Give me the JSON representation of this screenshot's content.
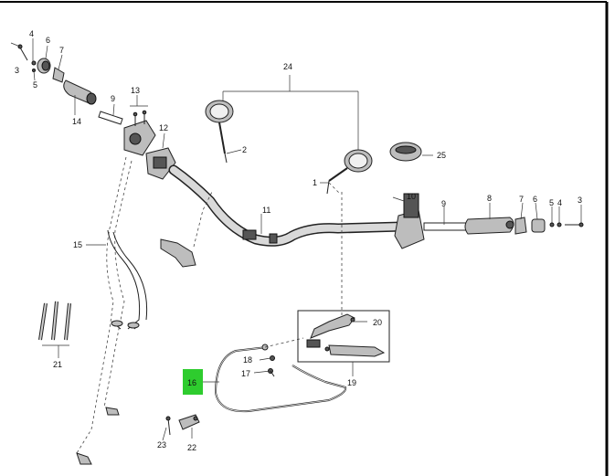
{
  "labels": {
    "p1": "1",
    "p2": "2",
    "p3_left": "3",
    "p3_right": "3",
    "p4_left": "4",
    "p4_right": "4",
    "p5_left": "5",
    "p5_right": "5",
    "p6_left": "6",
    "p6_right": "6",
    "p7_left": "7",
    "p7_right": "7",
    "p8": "8",
    "p9_left": "9",
    "p9_right": "9",
    "p10": "10",
    "p11": "11",
    "p12": "12",
    "p13": "13",
    "p14": "14",
    "p15": "15",
    "p16": "16",
    "p17": "17",
    "p18": "18",
    "p19": "19",
    "p20": "20",
    "p21": "21",
    "p22": "22",
    "p23": "23",
    "p24": "24",
    "p25": "25"
  },
  "colors": {
    "highlight": "#2ecc2e",
    "line": "#222222",
    "border": "#000000"
  },
  "icons": {
    "badge": "emblem-icon"
  }
}
